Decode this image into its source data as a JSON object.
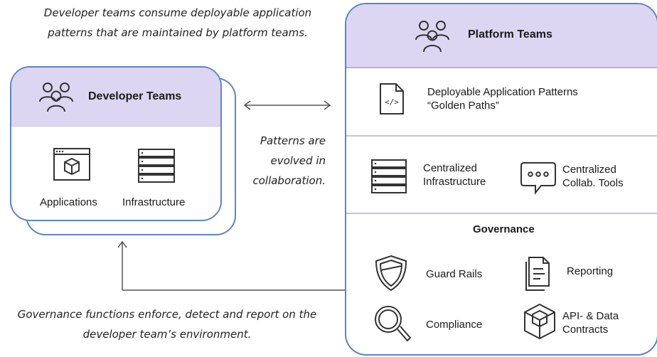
{
  "captions": {
    "top": "Developer teams consume deployable application patterns that are maintained by platform teams.",
    "middle": "Patterns are evolved in collaboration.",
    "bottom": "Governance functions enforce, detect and report on the developer team’s environment."
  },
  "developer_teams": {
    "title": "Developer Teams",
    "items": [
      {
        "label": "Applications",
        "icon": "application-window-icon"
      },
      {
        "label": "Infrastructure",
        "icon": "server-rack-icon"
      }
    ]
  },
  "platform_teams": {
    "title": "Platform Teams",
    "patterns": {
      "line1": "Deployable Application Patterns",
      "line2": "“Golden Paths”"
    },
    "central": [
      {
        "line1": "Centralized",
        "line2": "Infrastructure",
        "icon": "server-rack-icon"
      },
      {
        "line1": "Centralized",
        "line2": "Collab. Tools",
        "icon": "chat-bubble-icon"
      }
    ],
    "governance": {
      "title": "Governance",
      "items": [
        {
          "label": "Guard Rails",
          "icon": "shield-icon"
        },
        {
          "label": "Reporting",
          "icon": "document-icon"
        },
        {
          "label": "Compliance",
          "icon": "magnifier-icon"
        },
        {
          "line1": "API- & Data",
          "line2": "Contracts",
          "icon": "cube-icon"
        }
      ]
    }
  },
  "colors": {
    "accent_border": "#5b85c7",
    "header_fill": "#dcd6f3",
    "stroke": "#333333"
  }
}
